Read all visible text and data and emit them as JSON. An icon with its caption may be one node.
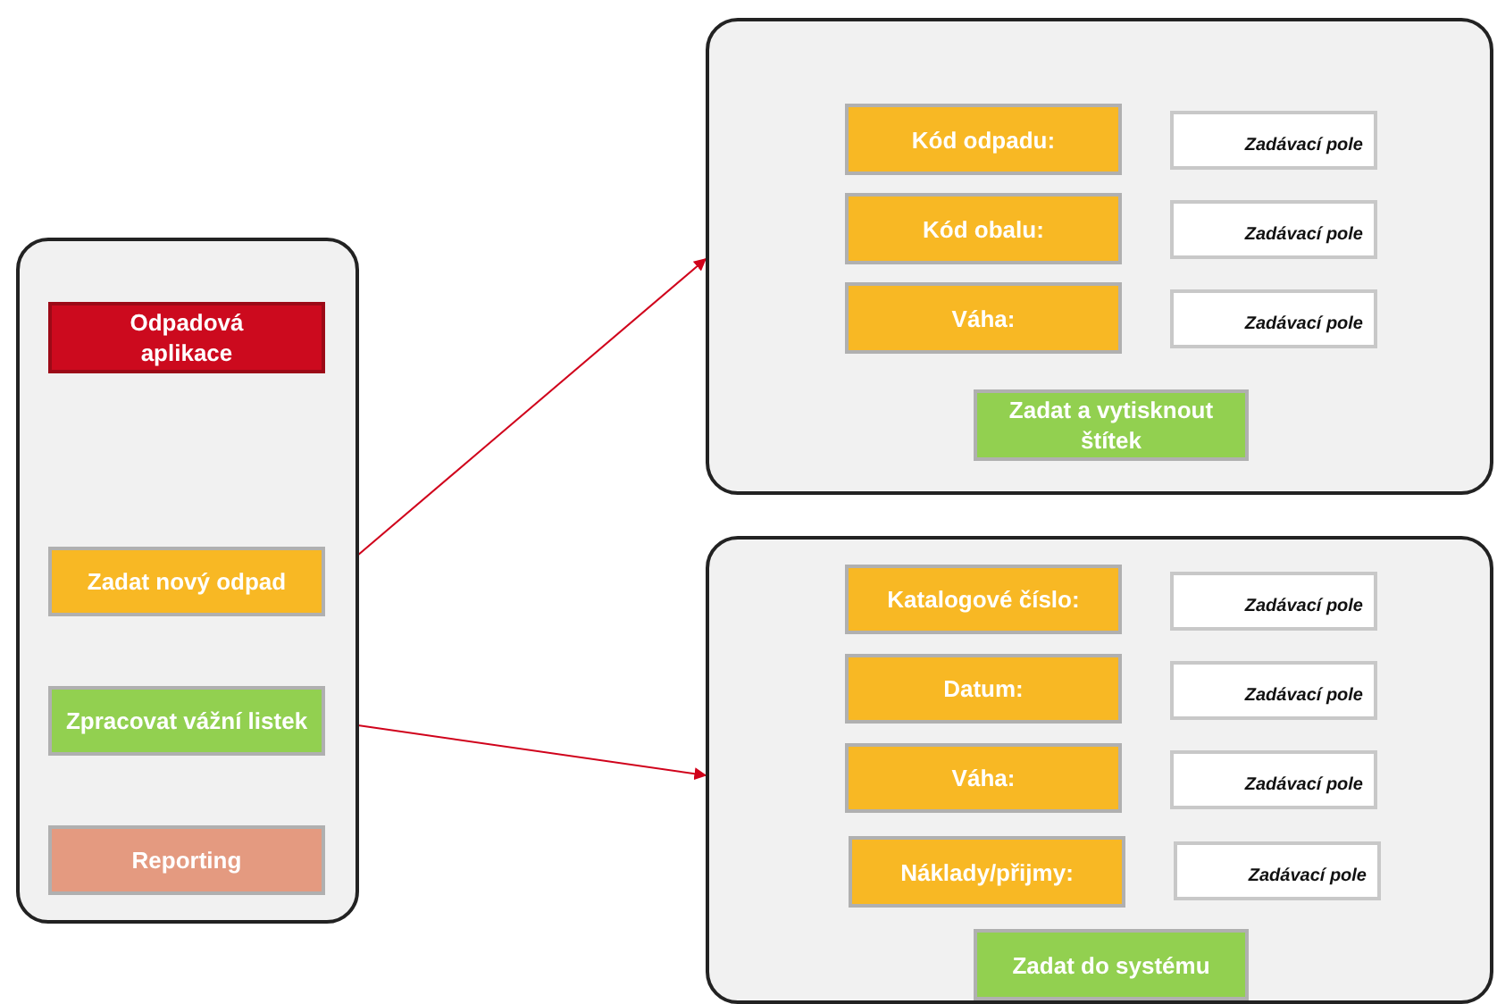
{
  "diagram": {
    "nodes": [
      {
        "text": [],
        "shape": "box"
      },
      {
        "text": [
          "Odpadová aplikace"
        ],
        "in": 0
      },
      {
        "text": [
          "Zadat nový odpad"
        ],
        "in": 0
      },
      {
        "text": [
          "Zpracovat vážní listek"
        ],
        "in": 0
      },
      {
        "text": [
          "Reporting"
        ],
        "in": 0
      },
      {
        "text": [],
        "shape": "box"
      },
      {
        "text": [
          "Kód odpadu:"
        ],
        "in": 5
      },
      {
        "text": [
          "Zadávací pole"
        ],
        "in": 5
      },
      {
        "text": [
          "Kód obalu:"
        ],
        "in": 5
      },
      {
        "text": [
          "Zadávací pole"
        ],
        "in": 5
      },
      {
        "text": [
          "Váha:"
        ],
        "in": 5
      },
      {
        "text": [
          "Zadávací pole"
        ],
        "in": 5
      },
      {
        "text": [
          "Zadat a vytisknout štítek"
        ],
        "in": 5
      },
      {
        "text": [],
        "shape": "box"
      },
      {
        "text": [
          "Katalogové číslo:"
        ],
        "in": 13
      },
      {
        "text": [
          "Zadávací pole"
        ],
        "in": 13
      },
      {
        "text": [
          "Datum:"
        ],
        "in": 13
      },
      {
        "text": [
          "Zadávací pole"
        ],
        "in": 13
      },
      {
        "text": [
          "Váha:"
        ],
        "in": 13
      },
      {
        "text": [
          "Zadávací pole"
        ],
        "in": 13
      },
      {
        "text": [
          "Náklady/přijmy:"
        ],
        "in": 13
      },
      {
        "text": [
          "Zadávací pole"
        ],
        "in": 13
      },
      {
        "text": [
          "Zadat do systému"
        ],
        "in": 13
      }
    ],
    "edges": [
      {
        "from": 2,
        "to": 5,
        "arrow": "to"
      },
      {
        "from": 3,
        "to": 13,
        "arrow": "to"
      }
    ]
  }
}
